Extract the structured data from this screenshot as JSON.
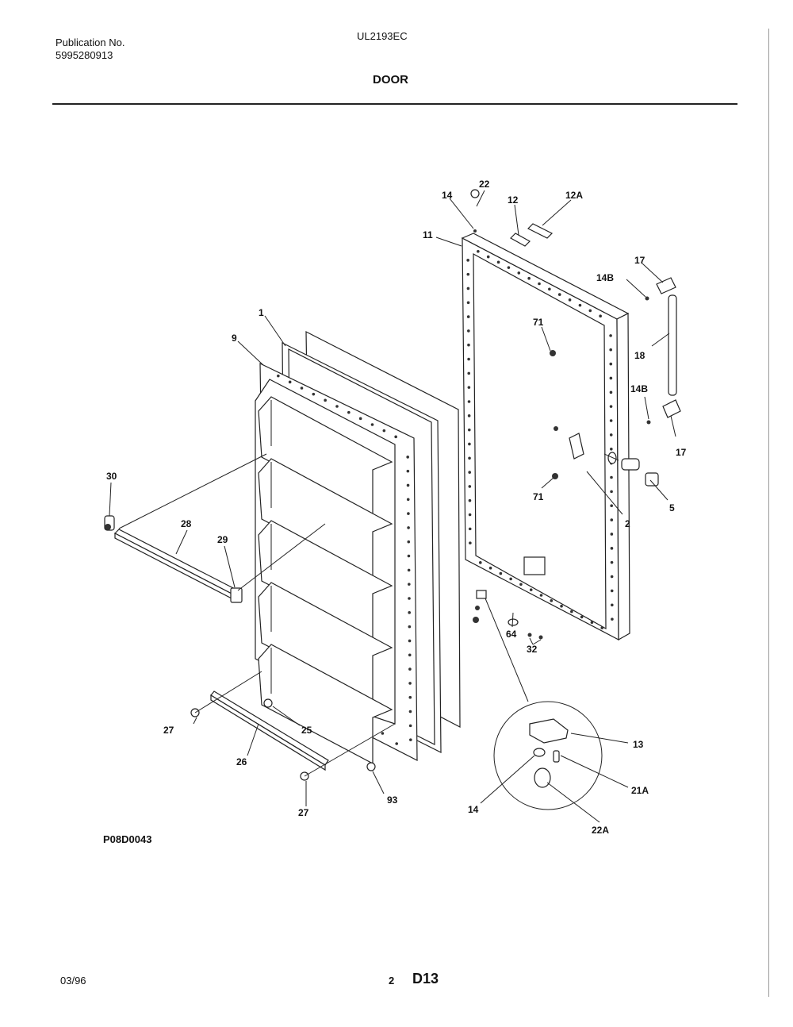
{
  "header": {
    "publication_label": "Publication No.",
    "publication_number": "5995280913",
    "model": "UL2193EC",
    "section_title": "DOOR"
  },
  "diagram": {
    "callouts": [
      "22",
      "14",
      "12",
      "12A",
      "11",
      "17",
      "14B",
      "1",
      "9",
      "71",
      "18",
      "14B",
      "17",
      "30",
      "28",
      "29",
      "71",
      "5",
      "2",
      "64",
      "32",
      "27",
      "25",
      "26",
      "13",
      "93",
      "21A",
      "27",
      "14",
      "22A"
    ],
    "drawing_id": "P08D0043"
  },
  "footer": {
    "date": "03/96",
    "page_number": "2",
    "page_code": "D13"
  }
}
